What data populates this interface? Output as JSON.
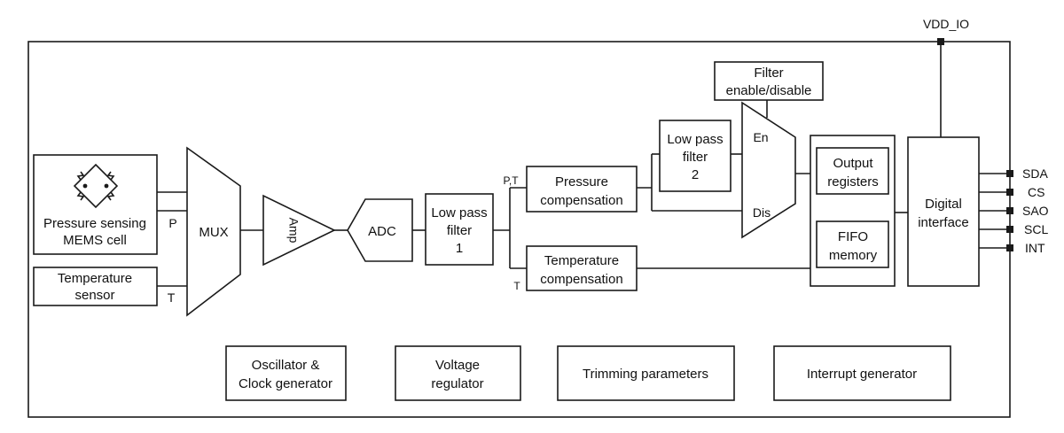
{
  "supply": {
    "vdd_io": "VDD_IO"
  },
  "blocks": {
    "pressure_sensor": [
      "Pressure sensing",
      "MEMS cell"
    ],
    "temperature_sensor": [
      "Temperature",
      "sensor"
    ],
    "mux": "MUX",
    "amp": "Amp",
    "adc": "ADC",
    "lpf1": [
      "Low pass",
      "filter",
      "1"
    ],
    "pressure_comp": [
      "Pressure",
      "compensation"
    ],
    "temperature_comp": [
      "Temperature",
      "compensation"
    ],
    "lpf2": [
      "Low pass",
      "filter",
      "2"
    ],
    "filter_enable": [
      "Filter",
      "enable/disable"
    ],
    "output_registers": [
      "Output",
      "registers"
    ],
    "fifo": [
      "FIFO",
      "memory"
    ],
    "digital_interface": [
      "Digital",
      "interface"
    ],
    "oscillator": [
      "Oscillator &",
      "Clock generator"
    ],
    "voltage_regulator": [
      "Voltage",
      "regulator"
    ],
    "trimming": "Trimming parameters",
    "interrupt": "Interrupt generator"
  },
  "signals": {
    "p": "P",
    "t": "T",
    "pt": "P,T",
    "t2": "T",
    "en": "En",
    "dis": "Dis"
  },
  "pins": [
    "SDA",
    "CS",
    "SAO",
    "SCL",
    "INT"
  ],
  "colors": {
    "stroke": "#1a1a1a",
    "background": "#ffffff"
  }
}
